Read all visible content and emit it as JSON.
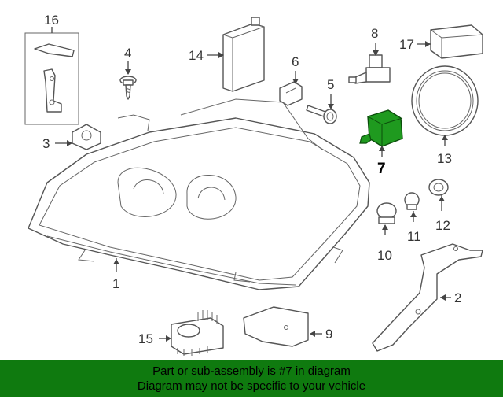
{
  "callouts": {
    "c1": "1",
    "c2": "2",
    "c3": "3",
    "c4": "4",
    "c5": "5",
    "c6": "6",
    "c7": "7",
    "c8": "8",
    "c9": "9",
    "c10": "10",
    "c11": "11",
    "c12": "12",
    "c13": "13",
    "c14": "14",
    "c15": "15",
    "c16": "16",
    "c17": "17"
  },
  "banner": {
    "line1": "Part or sub-assembly is #7 in diagram",
    "line2": "Diagram may not be specific to your vehicle",
    "background": "#0f7a0f"
  },
  "highlight_color": "#1f9a1f"
}
